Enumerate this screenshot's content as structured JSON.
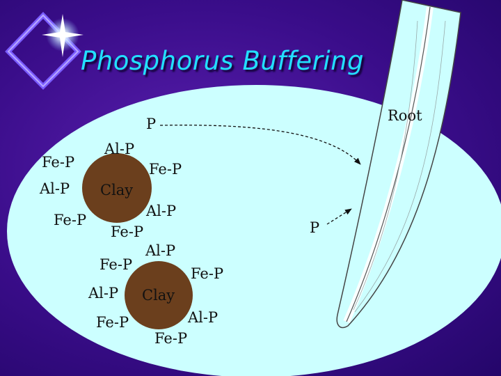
{
  "title": "Phosphorus Buffering",
  "root_label": "Root",
  "soil_p": "P",
  "root_p": "P",
  "clay_label": "Clay",
  "fe_p": "Fe-P",
  "al_p": "Al-P",
  "colors": {
    "background": "#3a0d8a",
    "ellipse_fill": "#ccffff",
    "clay_fill": "#6b3f1d",
    "title_color": "#22e0ff",
    "root_fill": "#ccffff"
  }
}
